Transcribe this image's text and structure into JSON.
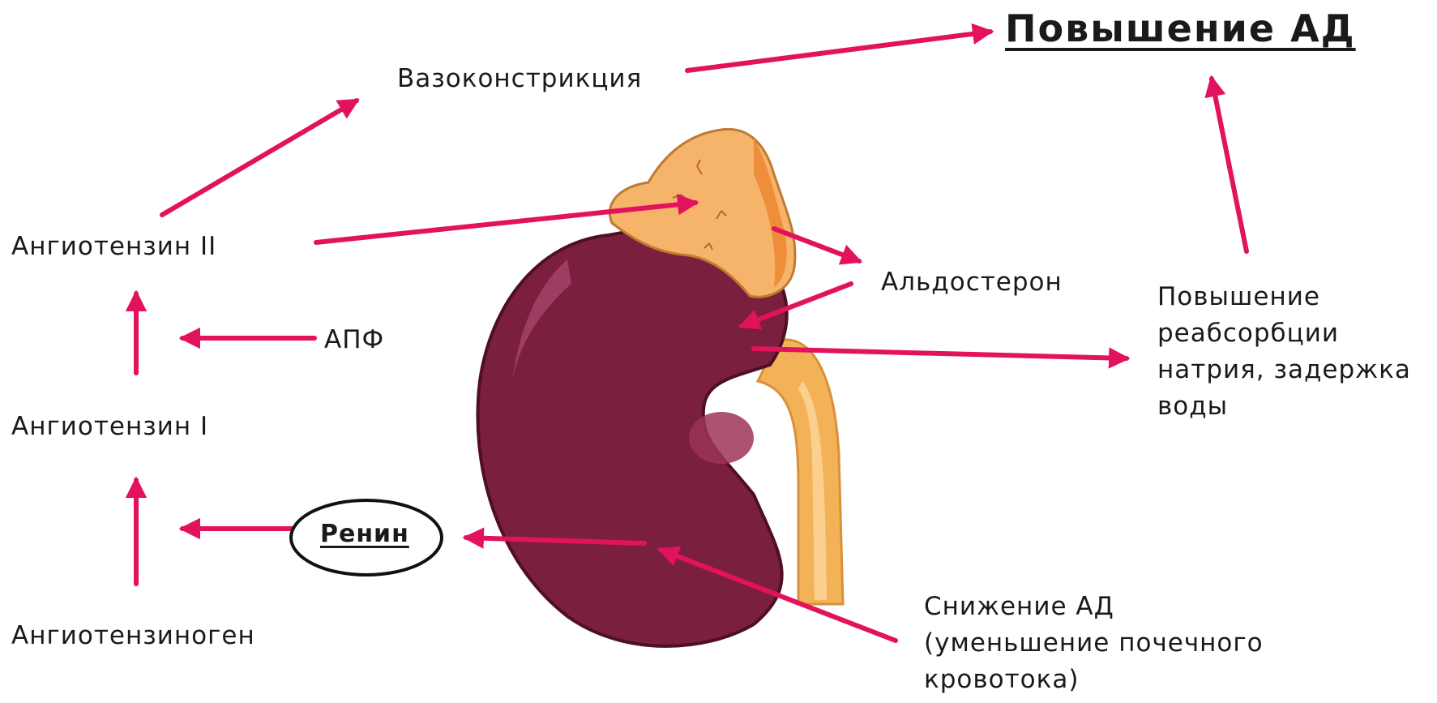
{
  "labels": {
    "result": "Повышение АД",
    "vasoconstriction": "Вазоконстрикция",
    "angiotensin_2": "Ангиотензин II",
    "ace": "АПФ",
    "angiotensin_1": "Ангиотензин I",
    "renin": "Ренин",
    "angiotensinogen": "Ангиотензиноген",
    "aldosterone": "Альдостерон",
    "reabsorption": [
      "Повышение",
      "реабсорбции",
      "натрия, задержка",
      "воды"
    ],
    "bp_decrease": [
      "Снижение АД",
      "(уменьшение почечного",
      "кровотока)"
    ]
  },
  "colors": {
    "arrow": "#e2125e",
    "kidney": "#7a1f3d",
    "kidney_highlight": "#9c3558",
    "adrenal": "#f6b36a",
    "adrenal_shade": "#ee8e3a",
    "ureter": "#f3b257",
    "text": "#1a1a1a"
  }
}
